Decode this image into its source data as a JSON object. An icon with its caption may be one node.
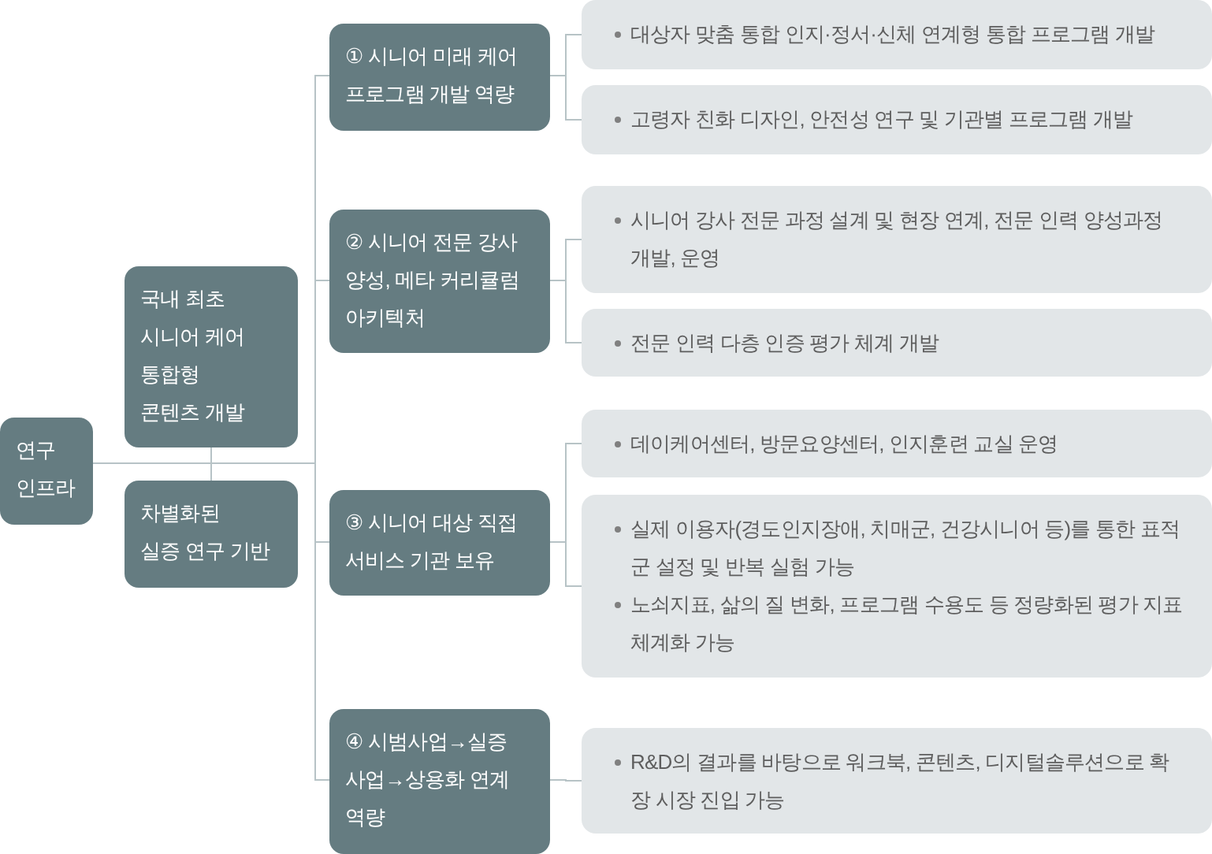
{
  "diagram": {
    "nodes": [
      {
        "text": [
          "연구 인프라"
        ]
      },
      {
        "text": [
          "국내 최초 시니어 케어 통합형 콘텐츠 개발"
        ]
      },
      {
        "text": [
          "차별화된 실증 연구 기반"
        ]
      },
      {
        "text": [
          "① 시니어 미래 케어 프로그램 개발 역량"
        ]
      },
      {
        "text": [
          "대상자 맞춤 통합 인지·정서·신체 연계형 통합 프로그램 개발"
        ]
      },
      {
        "text": [
          "고령자 친화 디자인, 안전성 연구 및 기관별 프로그램 개발"
        ]
      },
      {
        "text": [
          "② 시니어 전문 강사 양성, 메타 커리큘럼 아키텍처"
        ]
      },
      {
        "text": [
          "시니어 강사 전문 과정 설계 및 현장 연계, 전문 인력 양성과정 개발, 운영"
        ]
      },
      {
        "text": [
          "전문 인력 다층 인증 평가 체계 개발"
        ]
      },
      {
        "text": [
          "③ 시니어 대상 직접 서비스 기관 보유"
        ]
      },
      {
        "text": [
          "데이케어센터, 방문요양센터, 인지훈련 교실 운영"
        ]
      },
      {
        "text": [
          "실제 이용자(경도인지장애, 치매군, 건강시니어 등)를 통한 표적군 설정 및 반복 실험 가능",
          "노쇠지표, 삶의 질 변화, 프로그램 수용도 등 정량화된 평가 지표 체계화 가능"
        ]
      },
      {
        "text": [
          "④ 시범사업→실증 사업→상용화 연계 역량"
        ]
      },
      {
        "text": [
          "R&D의 결과를 바탕으로 워크북, 콘텐츠, 디지털솔루션으로 확장 시장 진입 가능"
        ]
      }
    ],
    "edges": [
      {
        "from": 0,
        "to": 1,
        "arrow": "none"
      },
      {
        "from": 0,
        "to": 2,
        "arrow": "none"
      },
      {
        "from": 0,
        "to": 3,
        "arrow": "none"
      },
      {
        "from": 0,
        "to": 6,
        "arrow": "none"
      },
      {
        "from": 0,
        "to": 9,
        "arrow": "none"
      },
      {
        "from": 0,
        "to": 12,
        "arrow": "none"
      },
      {
        "from": 3,
        "to": 4,
        "arrow": "none"
      },
      {
        "from": 3,
        "to": 5,
        "arrow": "none"
      },
      {
        "from": 6,
        "to": 7,
        "arrow": "none"
      },
      {
        "from": 6,
        "to": 8,
        "arrow": "none"
      },
      {
        "from": 9,
        "to": 10,
        "arrow": "none"
      },
      {
        "from": 9,
        "to": 11,
        "arrow": "none"
      },
      {
        "from": 12,
        "to": 13,
        "arrow": "none"
      }
    ]
  }
}
